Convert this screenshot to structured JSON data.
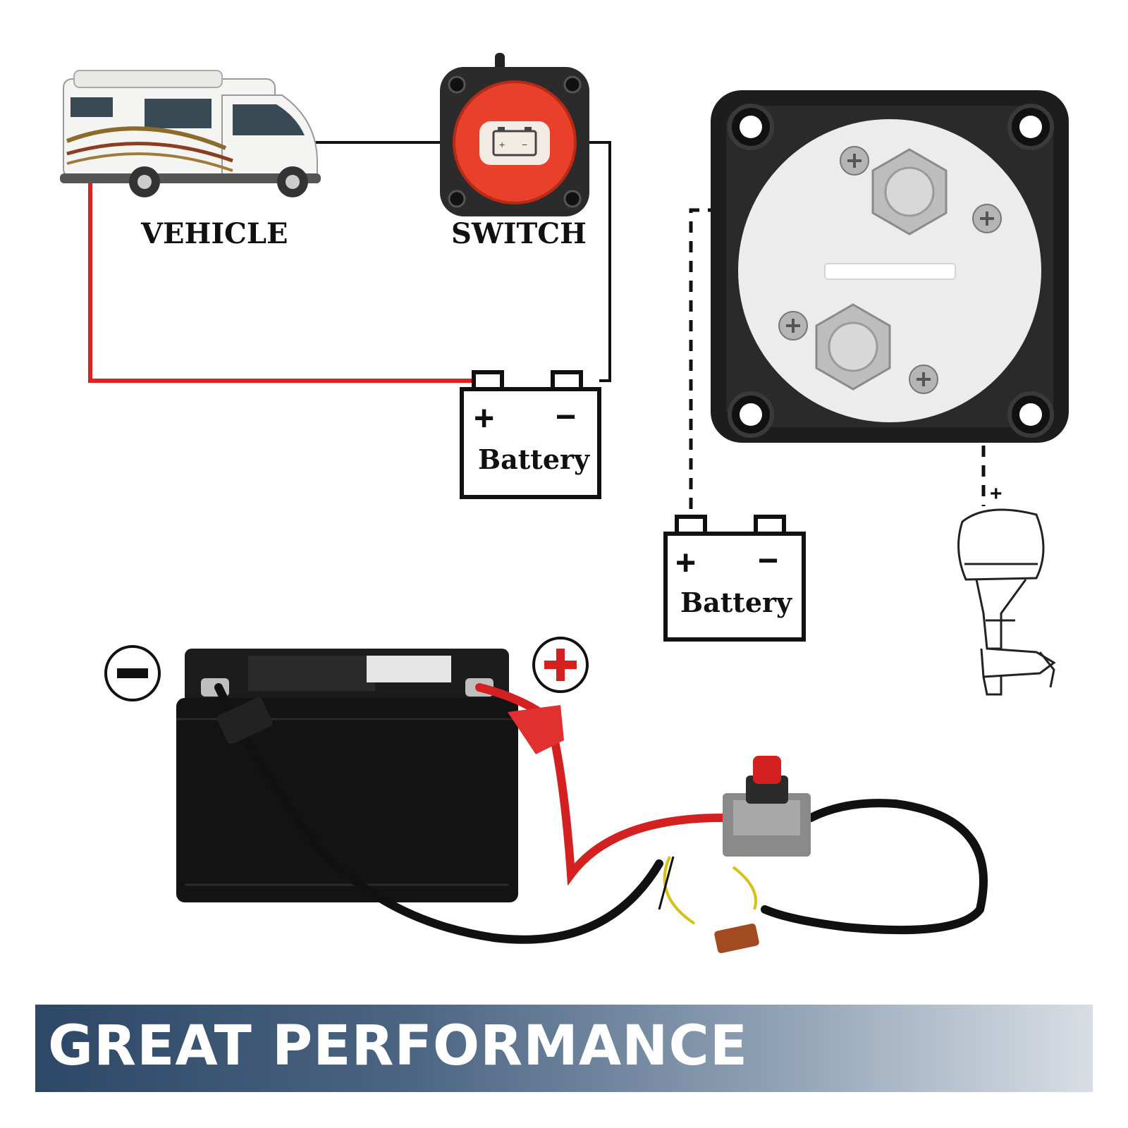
{
  "labels": {
    "vehicle": "VEHICLE",
    "switch": "SWITCH",
    "battery_top": "Battery",
    "battery_right": "Battery",
    "plus": "+",
    "minus": "−",
    "motor_plus": "+"
  },
  "banner": {
    "text": "GREAT PERFORMANCE"
  },
  "colors": {
    "wire_red": "#e02020",
    "wire_black": "#111111",
    "knob_red": "#e8402a",
    "switch_body": "#2b2b2b",
    "banner_dark": "#2d4766",
    "banner_light": "#d9dee4"
  }
}
